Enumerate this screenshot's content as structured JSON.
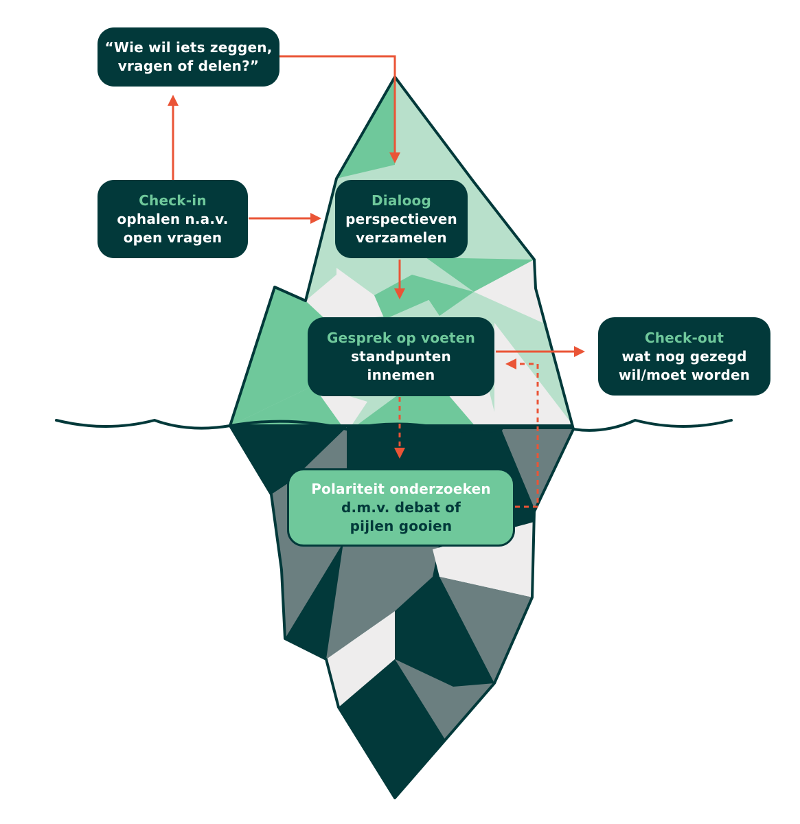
{
  "colors": {
    "dark": "#02393a",
    "mint": "#6fc89b",
    "mint_light": "#b8e0cb",
    "off_white": "#eeeded",
    "slate": "#6b7f80",
    "arrow": "#ea5436",
    "water_line": "#02393a"
  },
  "nodes": {
    "question": {
      "line1": "“Wie wil iets zeggen,",
      "line2": "vragen of delen?”"
    },
    "checkin": {
      "title": "Check-in",
      "line1": "ophalen n.a.v.",
      "line2": "open vragen"
    },
    "dialoog": {
      "title": "Dialoog",
      "line1": "perspectieven",
      "line2": "verzamelen"
    },
    "gesprek": {
      "title": "Gesprek op voeten",
      "line1": "standpunten",
      "line2": "innemen"
    },
    "checkout": {
      "title": "Check-out",
      "line1": "wat nog gezegd",
      "line2": "wil/moet worden"
    },
    "polariteit": {
      "title": "Polariteit onderzoeken",
      "line1": "d.m.v. debat of",
      "line2": "pijlen gooien"
    }
  },
  "edges": [
    {
      "from": "checkin",
      "to": "question",
      "style": "solid"
    },
    {
      "from": "question",
      "to": "dialoog",
      "style": "solid"
    },
    {
      "from": "checkin",
      "to": "dialoog",
      "style": "solid"
    },
    {
      "from": "dialoog",
      "to": "gesprek",
      "style": "solid"
    },
    {
      "from": "gesprek",
      "to": "checkout",
      "style": "solid"
    },
    {
      "from": "gesprek",
      "to": "polariteit",
      "style": "dashed"
    },
    {
      "from": "polariteit",
      "to": "gesprek",
      "style": "dashed"
    }
  ]
}
